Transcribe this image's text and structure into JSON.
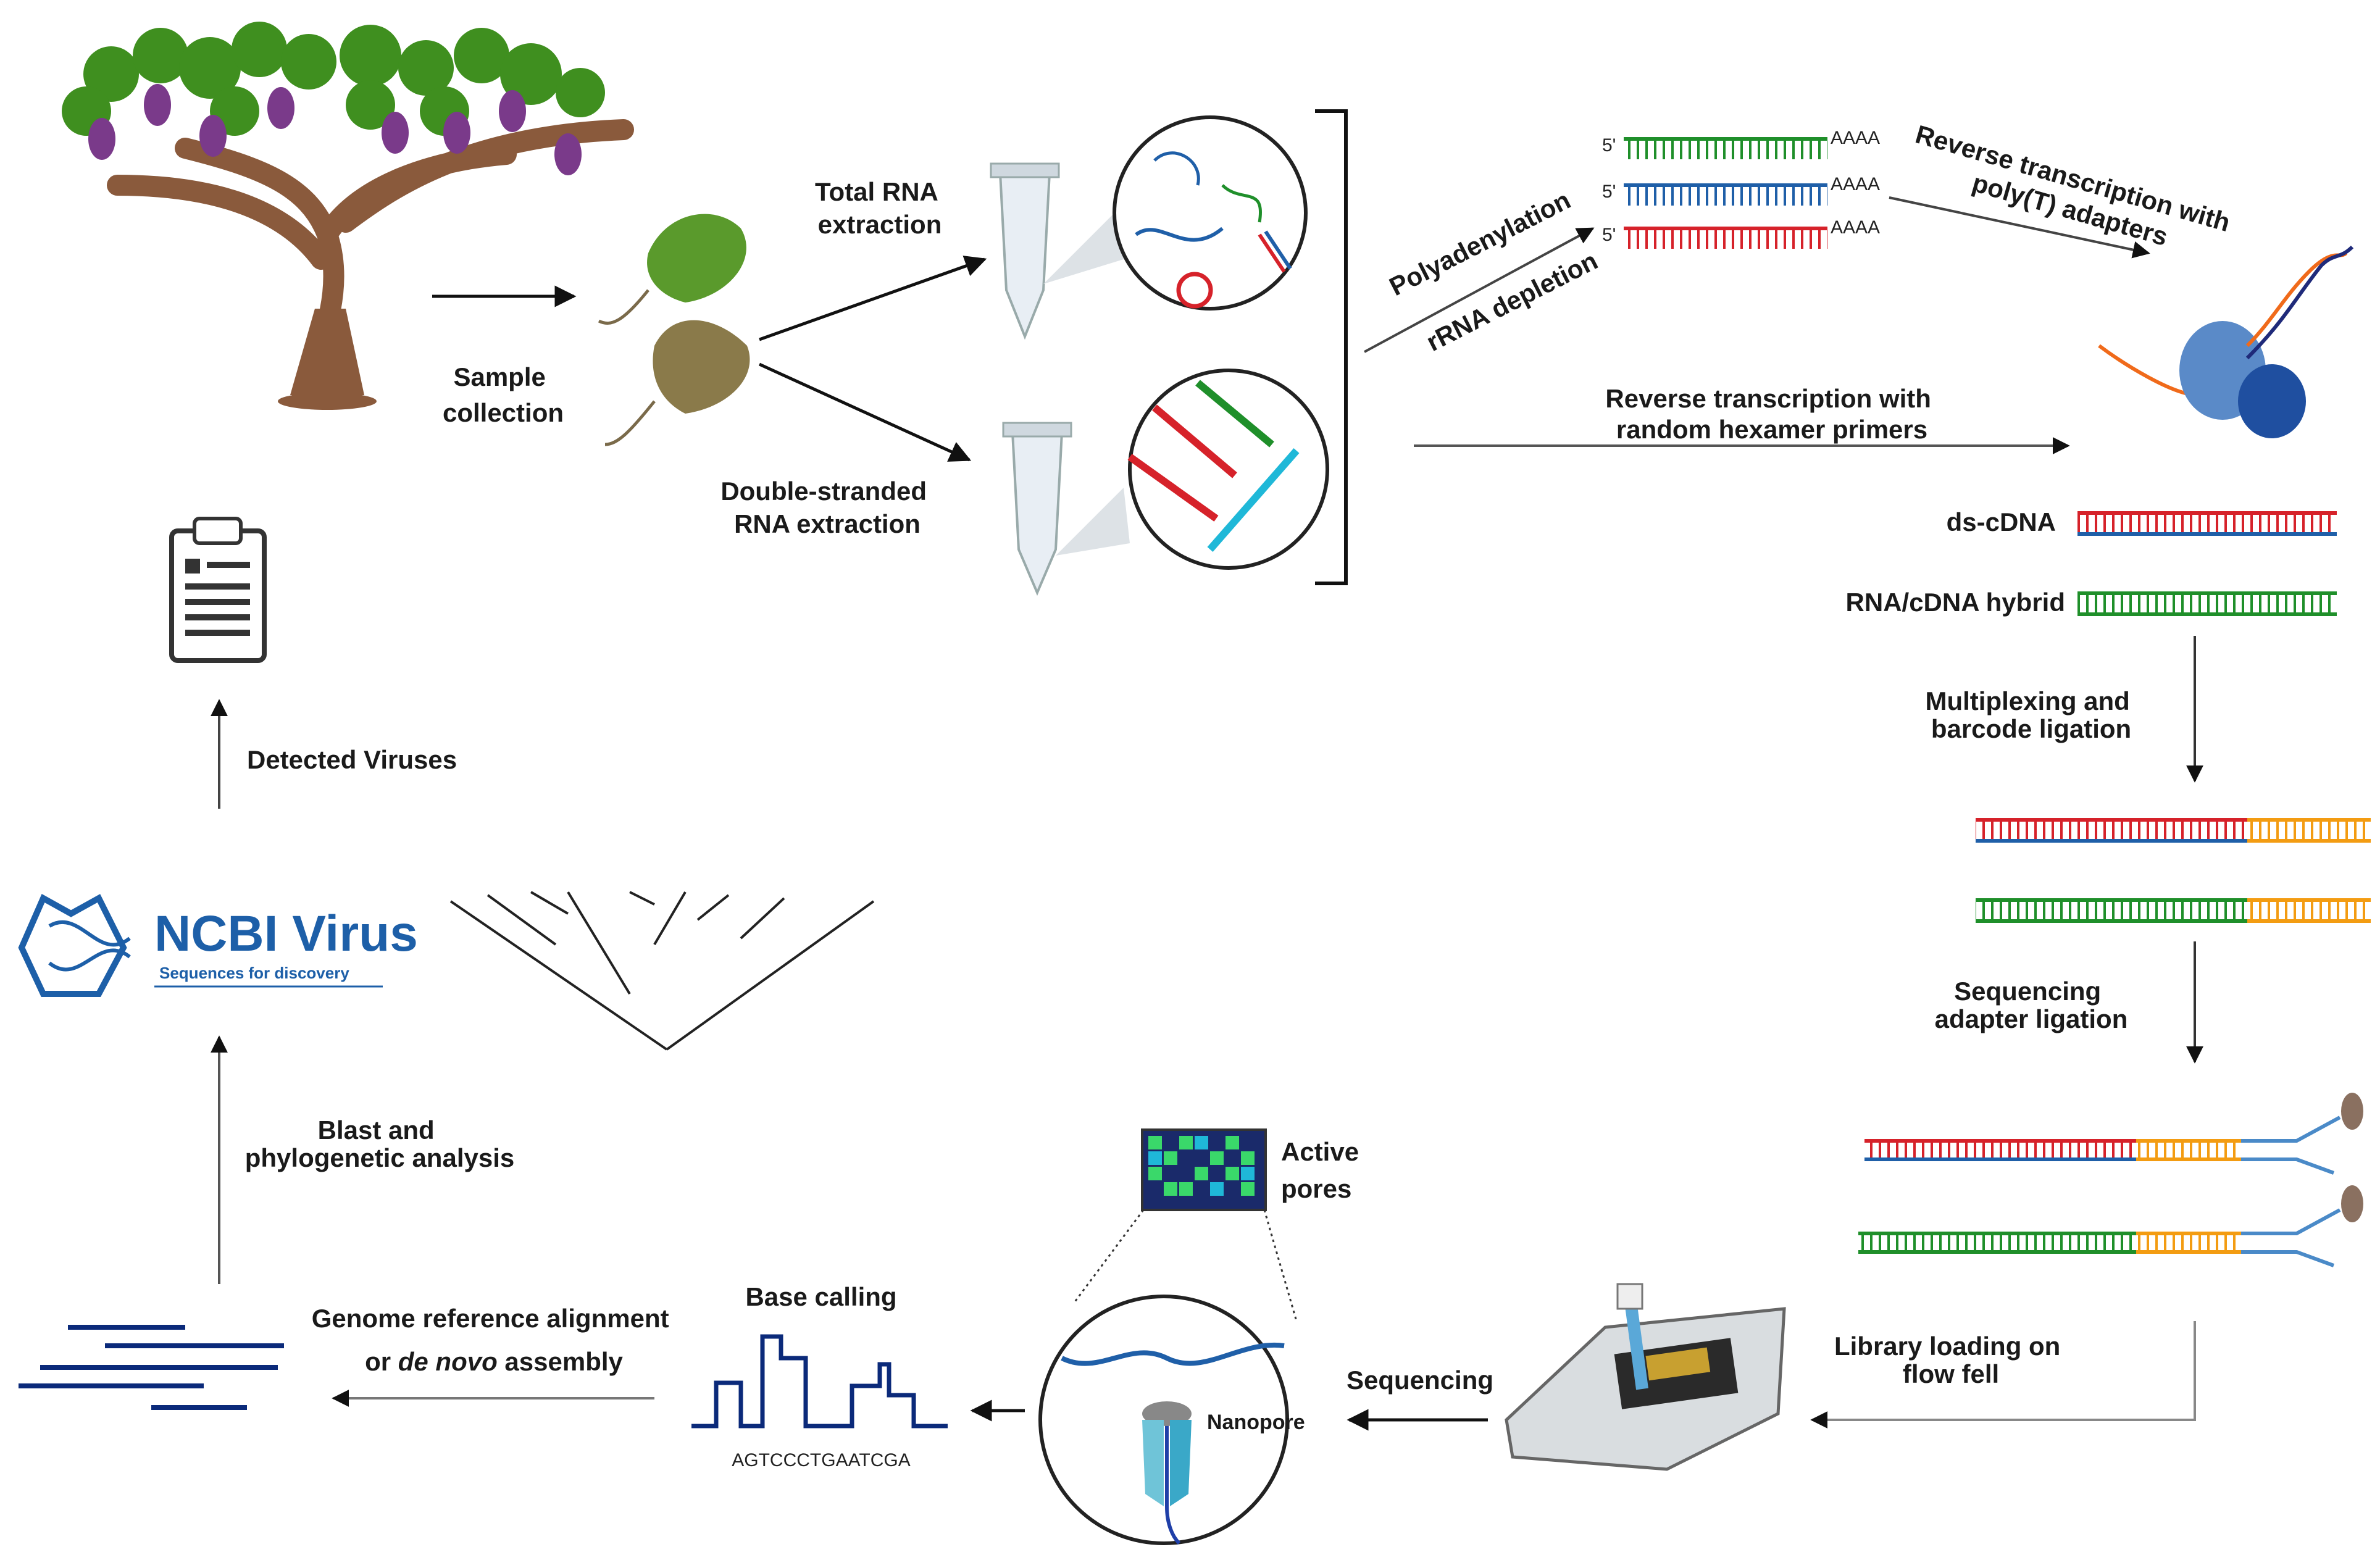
{
  "labels": {
    "sample_collection": [
      "Sample",
      "collection"
    ],
    "total_rna": [
      "Total RNA",
      "extraction"
    ],
    "dsrna": [
      "Double-stranded",
      "RNA extraction"
    ],
    "polyadenylation": "Polyadenylation",
    "rrna_depletion": "rRNA depletion",
    "rt_polyt": [
      "Reverse transcription with",
      "poly(T) adapters"
    ],
    "rt_random": [
      "Reverse transcription with",
      "random hexamer primers"
    ],
    "ds_cdna": "ds-cDNA",
    "rna_cdna_hybrid": "RNA/cDNA hybrid",
    "multiplexing": [
      "Multiplexing and",
      "barcode ligation"
    ],
    "seq_adapter": [
      "Sequencing",
      "adapter ligation"
    ],
    "library_loading": [
      "Library loading on",
      "flow fell"
    ],
    "sequencing": "Sequencing",
    "nanopore": "Nanopore",
    "active_pores": [
      "Active",
      "pores"
    ],
    "base_calling": "Base calling",
    "base_sequence": "AGTCCCTGAATCGA",
    "genome_alignment_1": "Genome reference alignment",
    "genome_alignment_2_pre": "or ",
    "genome_alignment_2_italic": "de novo",
    "genome_alignment_2_post": " assembly",
    "blast": [
      "Blast and",
      "phylogenetic analysis"
    ],
    "detected_viruses": "Detected Viruses",
    "ncbi_title": "NCBI Virus",
    "ncbi_subtitle": "Sequences for discovery",
    "five_prime": "5'",
    "poly_a": "AAAA"
  },
  "colors": {
    "green": "#1f8f2a",
    "blue": "#1f5fa8",
    "red": "#d6222a",
    "orange": "#f39c12",
    "navy": "#0b2a7a",
    "ncbi": "#1d5fa8"
  }
}
